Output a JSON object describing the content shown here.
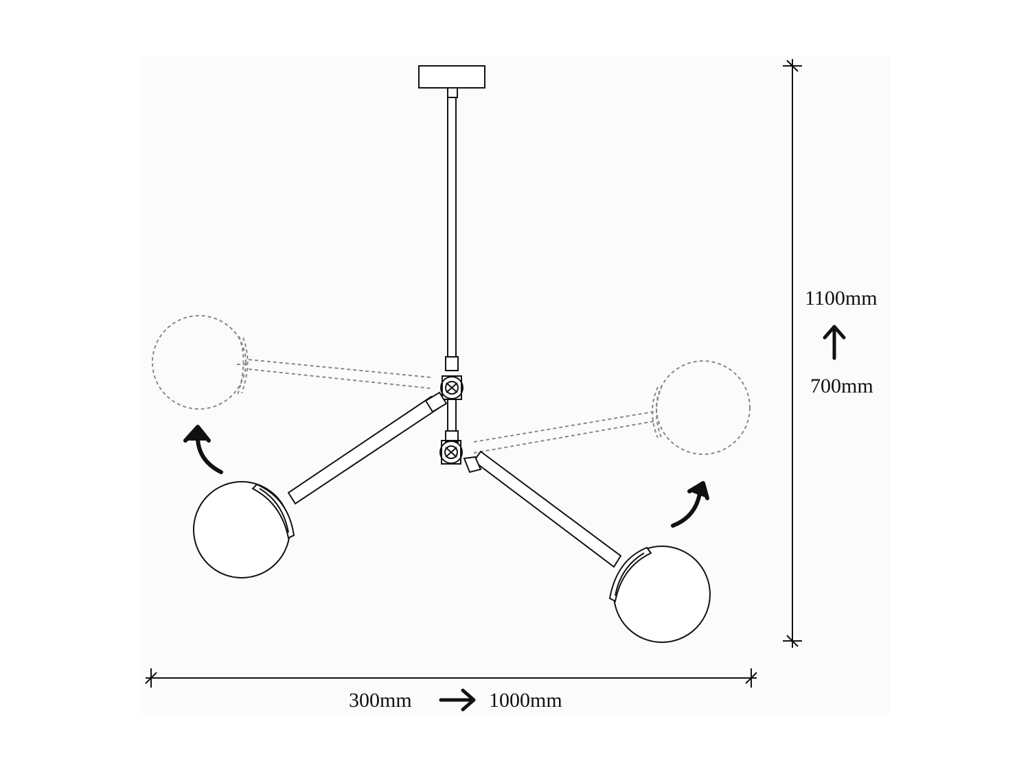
{
  "dimensions": {
    "width_min": "300mm",
    "width_max": "1000mm",
    "height_max": "1100mm",
    "height_min": "700mm"
  },
  "icons": {
    "width_arrow": "right-arrow-icon",
    "height_arrow": "up-arrow-icon",
    "rotate_left": "rotate-arrow-icon",
    "rotate_right": "rotate-arrow-icon"
  },
  "colors": {
    "line": "#111111",
    "ghost_line": "#888888",
    "panel": "#fbfbfb"
  }
}
